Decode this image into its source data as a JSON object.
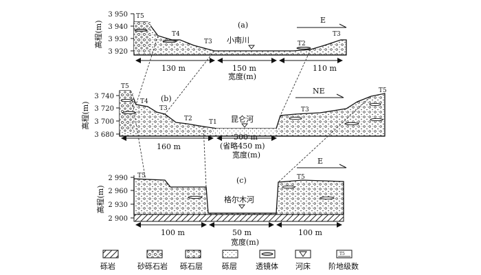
{
  "sections": {
    "a": {
      "panel_label": "(a)",
      "direction": "E",
      "river_name": "小南川",
      "y_axis_label": "高程(m)",
      "y_ticks": [
        "3 950",
        "3 940",
        "3 930",
        "3 920"
      ],
      "terraces_left": [
        "T5",
        "T4",
        "T3"
      ],
      "terraces_right": [
        "T2",
        "T3"
      ],
      "widths": [
        "130 m",
        "150 m",
        "110 m"
      ],
      "x_axis_label": "宽度(m)"
    },
    "b": {
      "panel_label": "(b)",
      "direction": "NE",
      "river_name": "昆仑河",
      "y_axis_label": "高程(m)",
      "y_ticks": [
        "3 740",
        "3 720",
        "3 700",
        "3 680"
      ],
      "terraces_left": [
        "T5",
        "T4",
        "T3",
        "T2",
        "T1"
      ],
      "terraces_right": [
        "T3",
        "T5"
      ],
      "widths": [
        "160 m",
        "500 m"
      ],
      "omitted_note": "(省略450 m)",
      "x_axis_label": "宽度(m)"
    },
    "c": {
      "panel_label": "(c)",
      "direction": "E",
      "river_name": "格尔木河",
      "y_axis_label": "高程(m)",
      "y_ticks": [
        "2 990",
        "2 960",
        "2 930",
        "2 900"
      ],
      "terraces_left": [
        "T5"
      ],
      "terraces_right": [
        "T5"
      ],
      "widths": [
        "100 m",
        "50 m",
        "100 m"
      ],
      "x_axis_label": "宽度(m)"
    }
  },
  "legend": [
    {
      "label": "砾岩",
      "pattern": "conglomerate-rock"
    },
    {
      "label": "砂砾石岩",
      "pattern": "sandy-gravel-rock"
    },
    {
      "label": "砾石层",
      "pattern": "gravel-layer"
    },
    {
      "label": "砾层",
      "pattern": "pebble-layer"
    },
    {
      "label": "透镜体",
      "pattern": "lens-body"
    },
    {
      "label": "河床",
      "pattern": "riverbed"
    },
    {
      "label": "阶地级数",
      "pattern": "terrace-level",
      "symbol": "T5"
    }
  ]
}
